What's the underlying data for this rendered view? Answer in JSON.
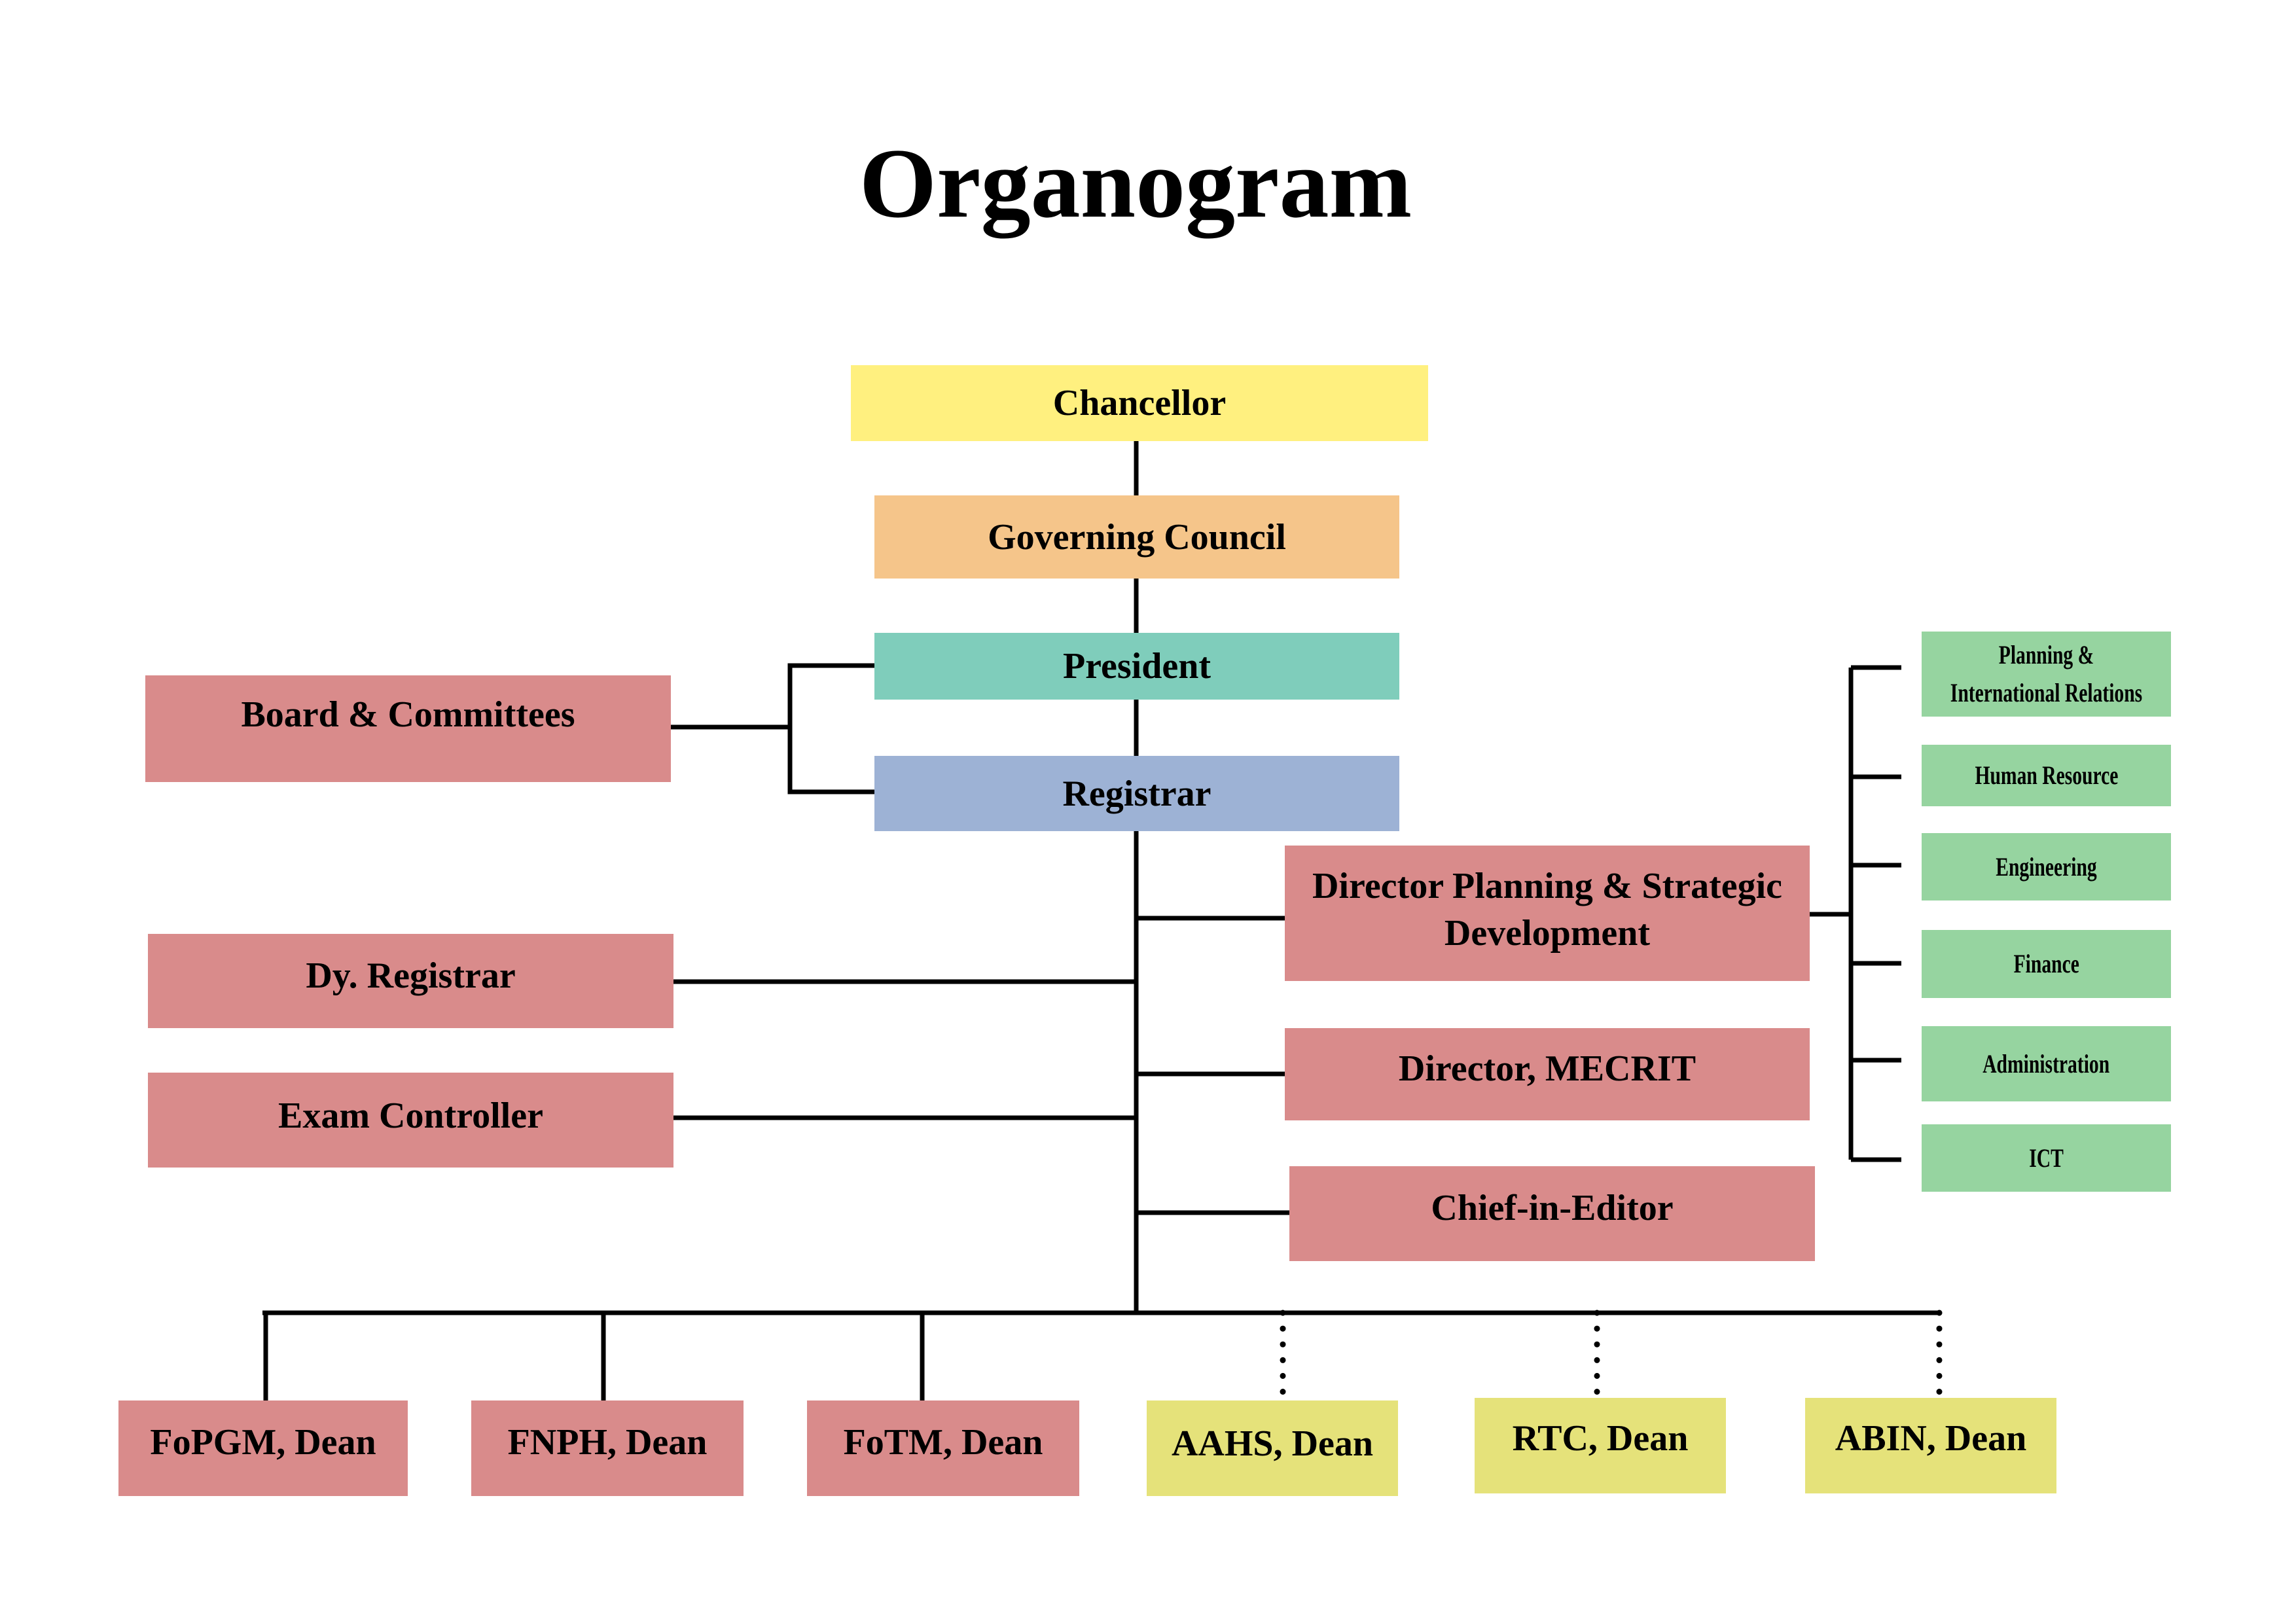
{
  "title": "Organogram",
  "nodes": {
    "chancellor": "Chancellor",
    "governing_council": "Governing Council",
    "president": "President",
    "registrar": "Registrar",
    "board_committees": "Board & Committees",
    "dy_registrar": "Dy. Registrar",
    "exam_controller": "Exam Controller",
    "director_planning": "Director Planning & Strategic Development",
    "director_mecrit": "Director, MECRIT",
    "chief_in_editor": "Chief-in-Editor"
  },
  "departments": [
    "Planning & International Relations",
    "Human Resource",
    "Engineering",
    "Finance",
    "Administration",
    "ICT"
  ],
  "deans": [
    "FoPGM, Dean",
    "FNPH, Dean",
    "FoTM, Dean",
    "AAHS, Dean",
    "RTC, Dean",
    "ABIN, Dean"
  ],
  "colors": {
    "chancellor": "#fff07f",
    "governing_council": "#f5c58a",
    "president": "#7fcdbb",
    "registrar": "#9db2d5",
    "office": "#d98b8b",
    "department": "#96d4a0",
    "affiliated_dean": "#e5e27a"
  }
}
